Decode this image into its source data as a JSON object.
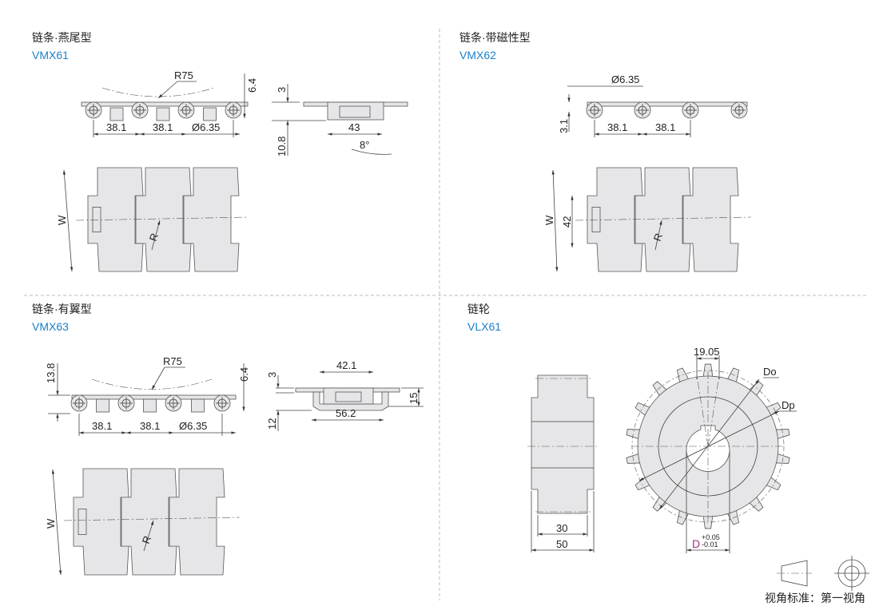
{
  "colors": {
    "model": "#1a7fc8",
    "tolerance_letter": "#a0307f",
    "part_fill": "#e6e6e8"
  },
  "panels": [
    {
      "title": "链条·燕尾型",
      "model": "VMX61",
      "dims": {
        "r75": "R75",
        "h64": "6.4",
        "p1": "38.1",
        "p2": "38.1",
        "pin": "Ø6.35",
        "t3": "3",
        "h108": "10.8",
        "w43": "43",
        "angle": "8°",
        "w": "W",
        "r": "R"
      }
    },
    {
      "title": "链条·带磁性型",
      "model": "VMX62",
      "dims": {
        "pin": "Ø6.35",
        "h31": "3.1",
        "p1": "38.1",
        "p2": "38.1",
        "w": "W",
        "w42": "42",
        "r": "R"
      }
    },
    {
      "title": "链条·有翼型",
      "model": "VMX63",
      "dims": {
        "r75": "R75",
        "h138": "13.8",
        "h64": "6.4",
        "p1": "38.1",
        "p2": "38.1",
        "pin": "Ø6.35",
        "t3": "3",
        "h12": "12",
        "w421": "42.1",
        "w562": "56.2",
        "h15": "15",
        "w": "W",
        "r": "R"
      }
    },
    {
      "title": "链轮",
      "model": "VLX61",
      "dims": {
        "w30": "30",
        "w50": "50",
        "pitch": "19.05",
        "do": "Do",
        "dp": "Dp",
        "bore": "D",
        "tol_plus": "+0.05",
        "tol_minus": "-0.01"
      }
    }
  ],
  "legend": {
    "text": "视角标准：第一视角"
  }
}
